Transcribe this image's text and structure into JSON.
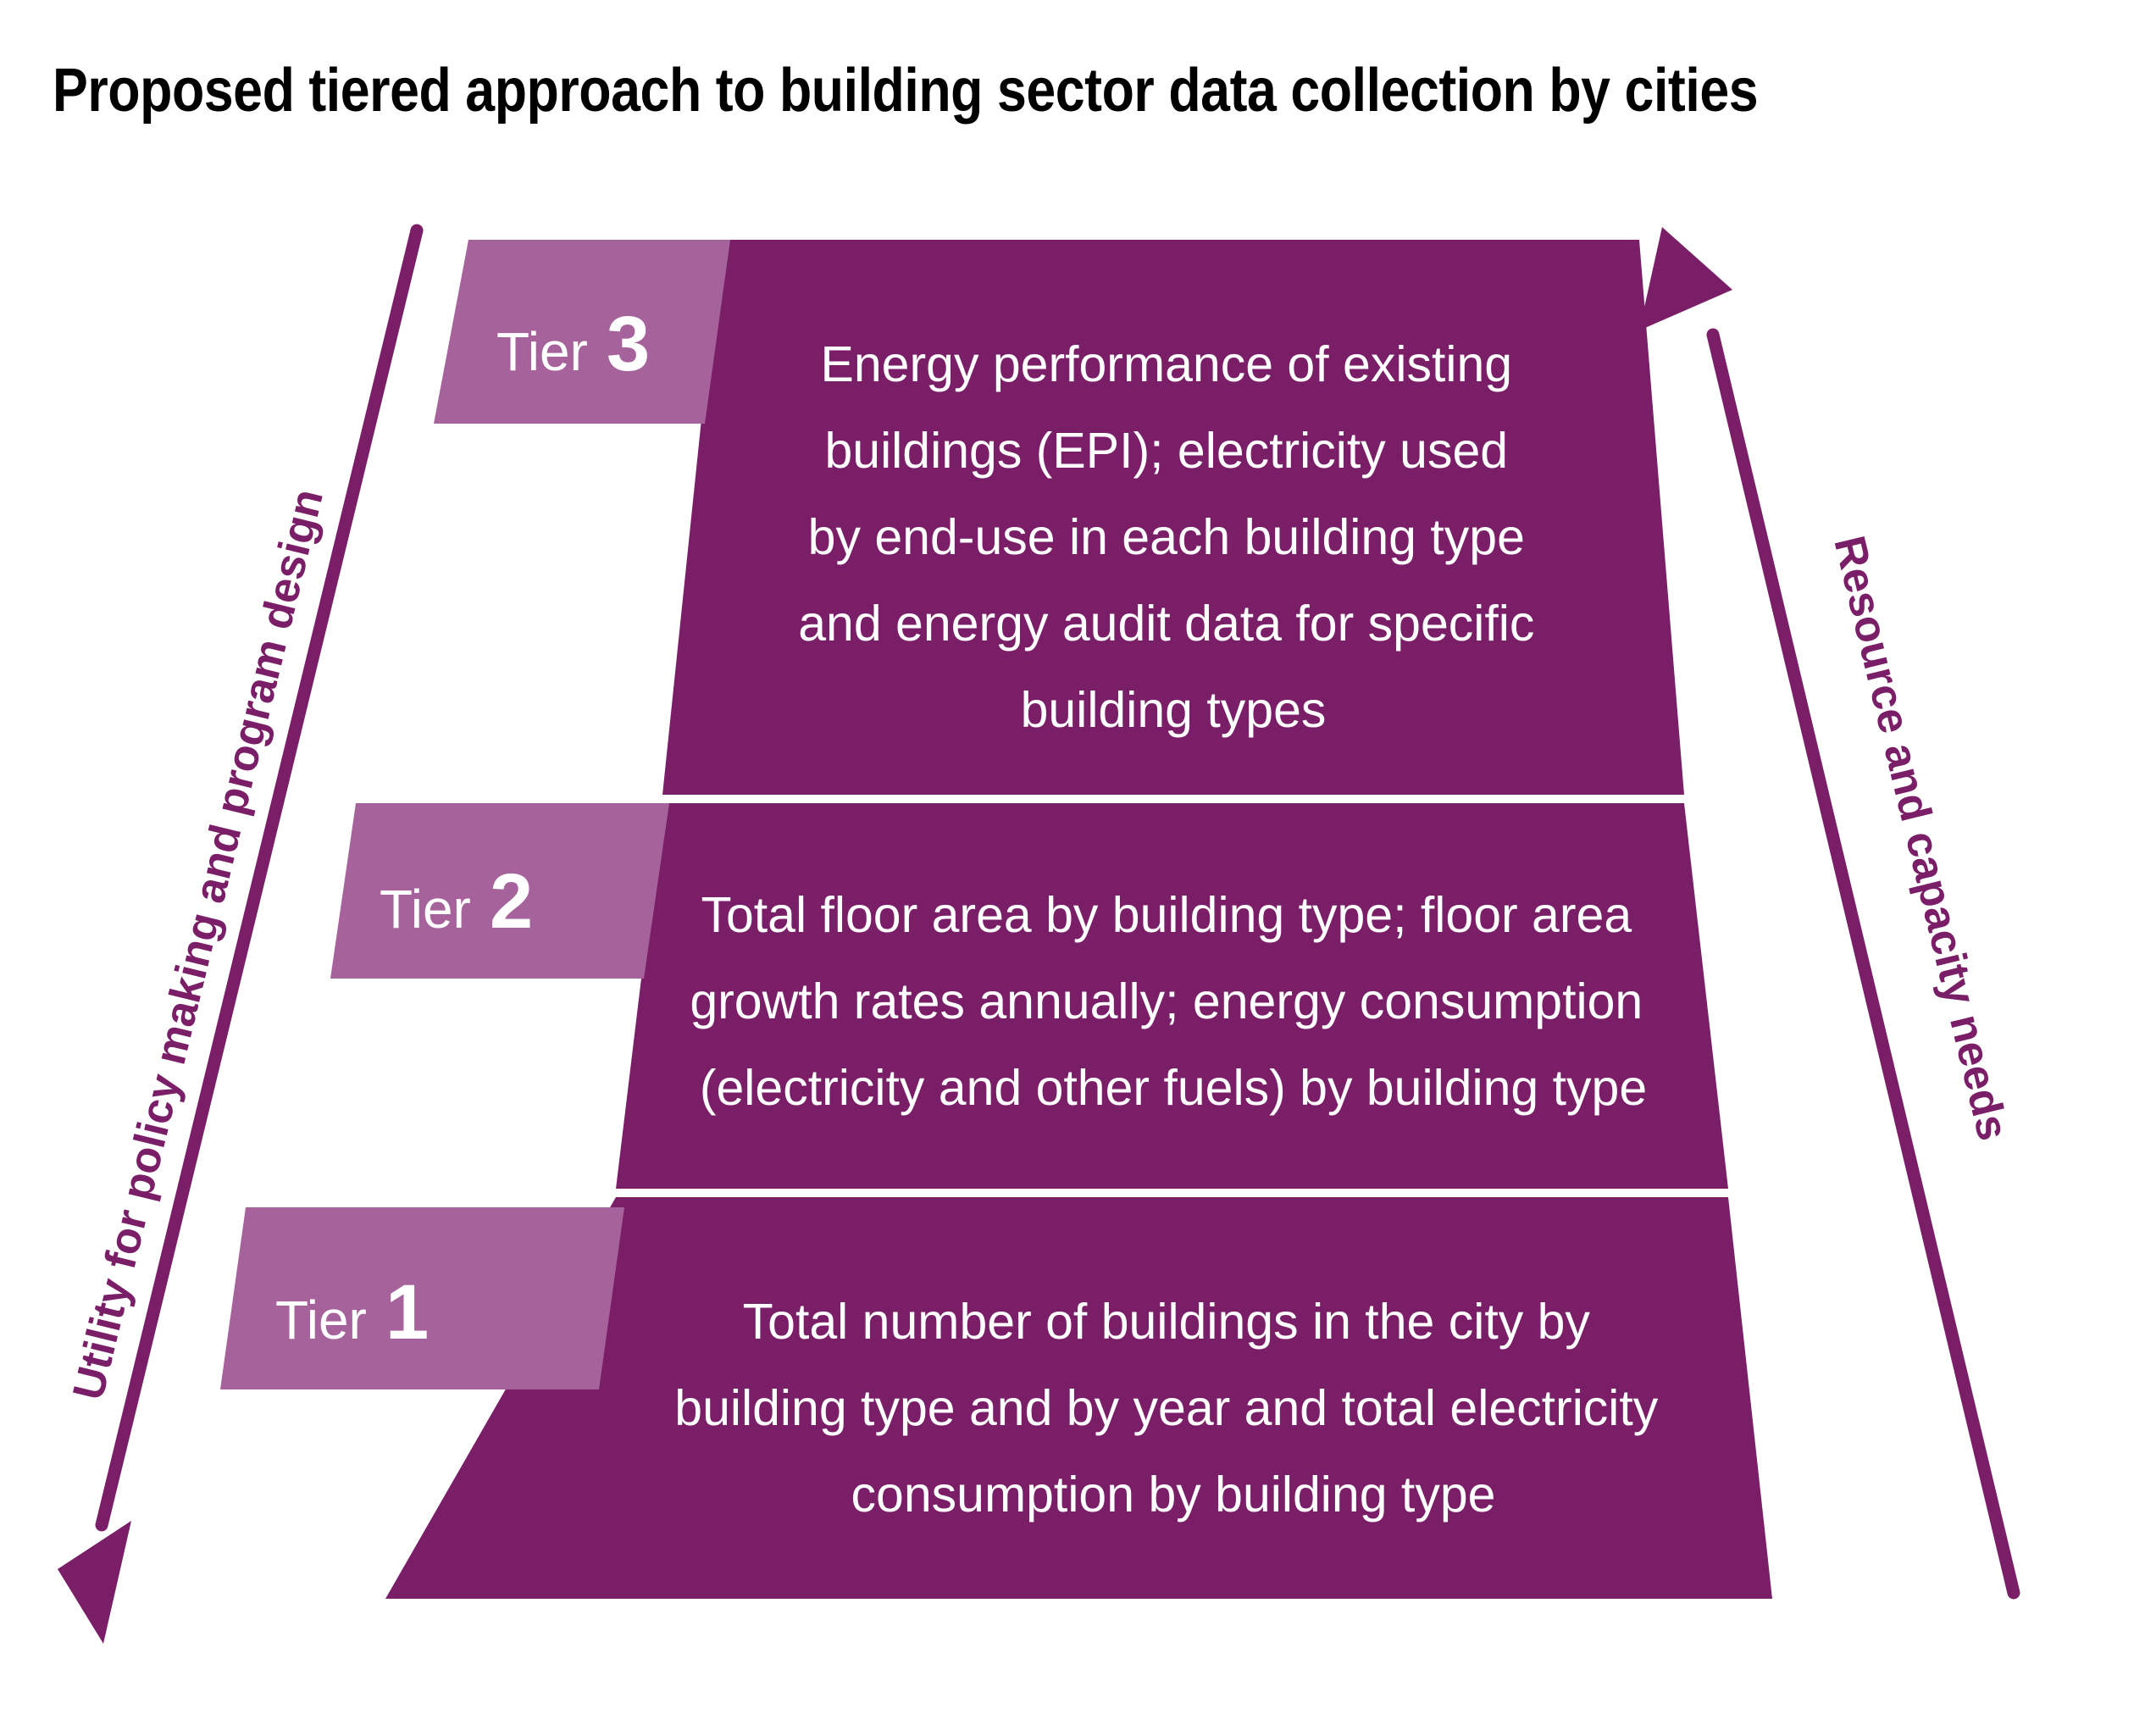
{
  "title": "Proposed tiered approach to building sector data collection by cities",
  "colors": {
    "primary_purple": "#7b1e68",
    "light_purple": "#a6639b",
    "text_on_purple": "#ffffff",
    "title_color": "#000000",
    "background": "#ffffff"
  },
  "chart_data": {
    "type": "pyramid",
    "title": "Proposed tiered approach to building sector data collection by cities",
    "orientation": "inverted-trapezoid-stack",
    "tiers": [
      {
        "level": 3,
        "label_word": "Tier",
        "label_number": "3",
        "position": "top",
        "lines": [
          "Energy performance of existing",
          "buildings (EPI); electricity used",
          "by end-use in each building type",
          "and energy audit data for specific",
          "building types"
        ],
        "text": "Energy performance of existing buildings (EPI); electricity used by end-use in each building type and energy audit data for specific building types"
      },
      {
        "level": 2,
        "label_word": "Tier",
        "label_number": "2",
        "position": "middle",
        "lines": [
          "Total floor area by building type; floor area",
          "growth rates annually; energy consumption",
          "(electricity and other fuels) by building type"
        ],
        "text": "Total floor area by building type; floor area growth rates annually; energy consumption (electricity and other fuels) by building type"
      },
      {
        "level": 1,
        "label_word": "Tier",
        "label_number": "1",
        "position": "bottom",
        "lines": [
          "Total number of buildings in the city by",
          "building type and by year and total electricity",
          "consumption by building type"
        ],
        "text": "Total number of buildings in the city by building type and by year and total electricity consumption by building type"
      }
    ],
    "axes": [
      {
        "id": "left",
        "label": "Utility for policy making and program design",
        "direction": "down-left",
        "meaning": "increases toward Tier 1 (bottom)"
      },
      {
        "id": "right",
        "label": "Resource and capacity needs",
        "direction": "up-left",
        "meaning": "increases toward Tier 3 (top)"
      }
    ]
  },
  "left_axis": {
    "label": "Utility for policy making and program design"
  },
  "right_axis": {
    "label": "Resource and capacity needs"
  },
  "tier3": {
    "label_word": "Tier",
    "label_number": "3",
    "line1": "Energy performance of existing",
    "line2": "buildings (EPI); electricity used",
    "line3": "by end-use in each building type",
    "line4": "and energy audit data for specific",
    "line5": "building types"
  },
  "tier2": {
    "label_word": "Tier",
    "label_number": "2",
    "line1": "Total floor area by building type; floor area",
    "line2": "growth rates annually; energy consumption",
    "line3": "(electricity and other fuels) by building type"
  },
  "tier1": {
    "label_word": "Tier",
    "label_number": "1",
    "line1": "Total number of buildings in the city by",
    "line2": "building type and by year and total electricity",
    "line3": "consumption by building type"
  }
}
